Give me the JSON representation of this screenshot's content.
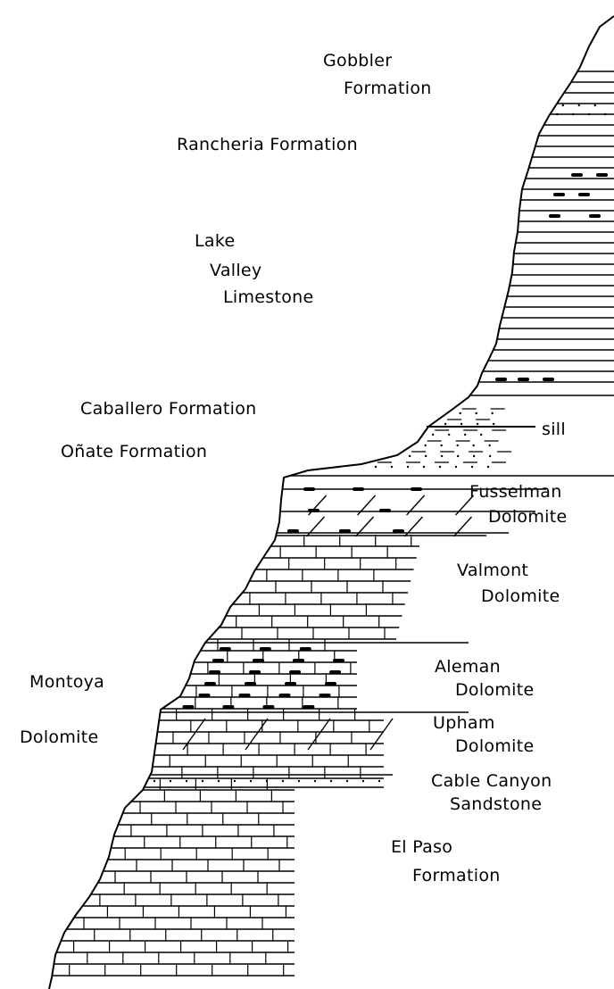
{
  "labels": {
    "gobbler_1": "Gobbler",
    "gobbler_2": "Formation",
    "rancheria": "Rancheria Formation",
    "lake_1": "Lake",
    "lake_2": "Valley",
    "lake_3": "Limestone",
    "caballero": "Caballero Formation",
    "onate": "Oñate Formation",
    "sill": "sill",
    "fusselman_1": "Fusselman",
    "fusselman_2": "Dolomite",
    "valmont_1": "Valmont",
    "valmont_2": "Dolomite",
    "montoya_1": "Montoya",
    "montoya_2": "Dolomite",
    "aleman_1": "Aleman",
    "aleman_2": "Dolomite",
    "upham_1": "Upham",
    "upham_2": "Dolomite",
    "cable_1": "Cable Canyon",
    "cable_2": "Sandstone",
    "elpaso_1": "El Paso",
    "elpaso_2": "Formation"
  }
}
